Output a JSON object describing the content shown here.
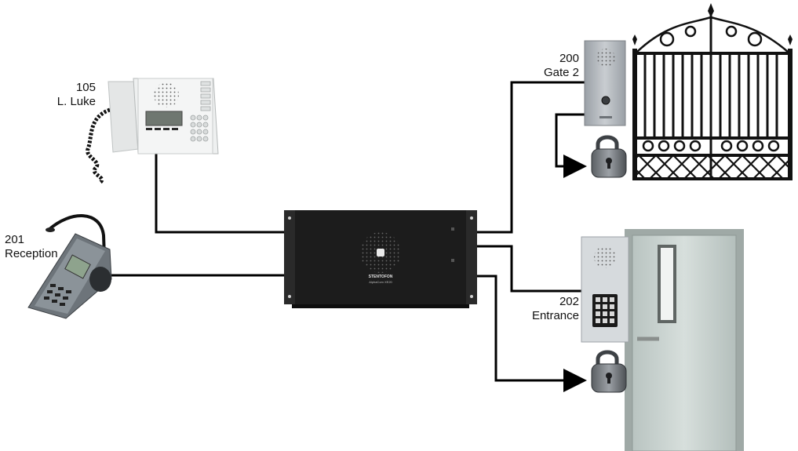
{
  "devices": {
    "desk_station": {
      "number": "105",
      "name": "L. Luke"
    },
    "reception_station": {
      "number": "201",
      "name": "Reception"
    },
    "gate_station": {
      "number": "200",
      "name": "Gate 2"
    },
    "entrance_station": {
      "number": "202",
      "name": "Entrance"
    },
    "central_unit": {
      "brand": "STENTOFON",
      "model": "AlphaCom XE20"
    }
  },
  "colors": {
    "wire": "#000000",
    "panel_steel": "#b9bec3",
    "central_unit": "#1c1c1c",
    "door": "#c9d3d0",
    "gate_iron": "#111111"
  },
  "icons": [
    "padlock-icon",
    "speaker-grille-icon",
    "keypad-icon"
  ]
}
